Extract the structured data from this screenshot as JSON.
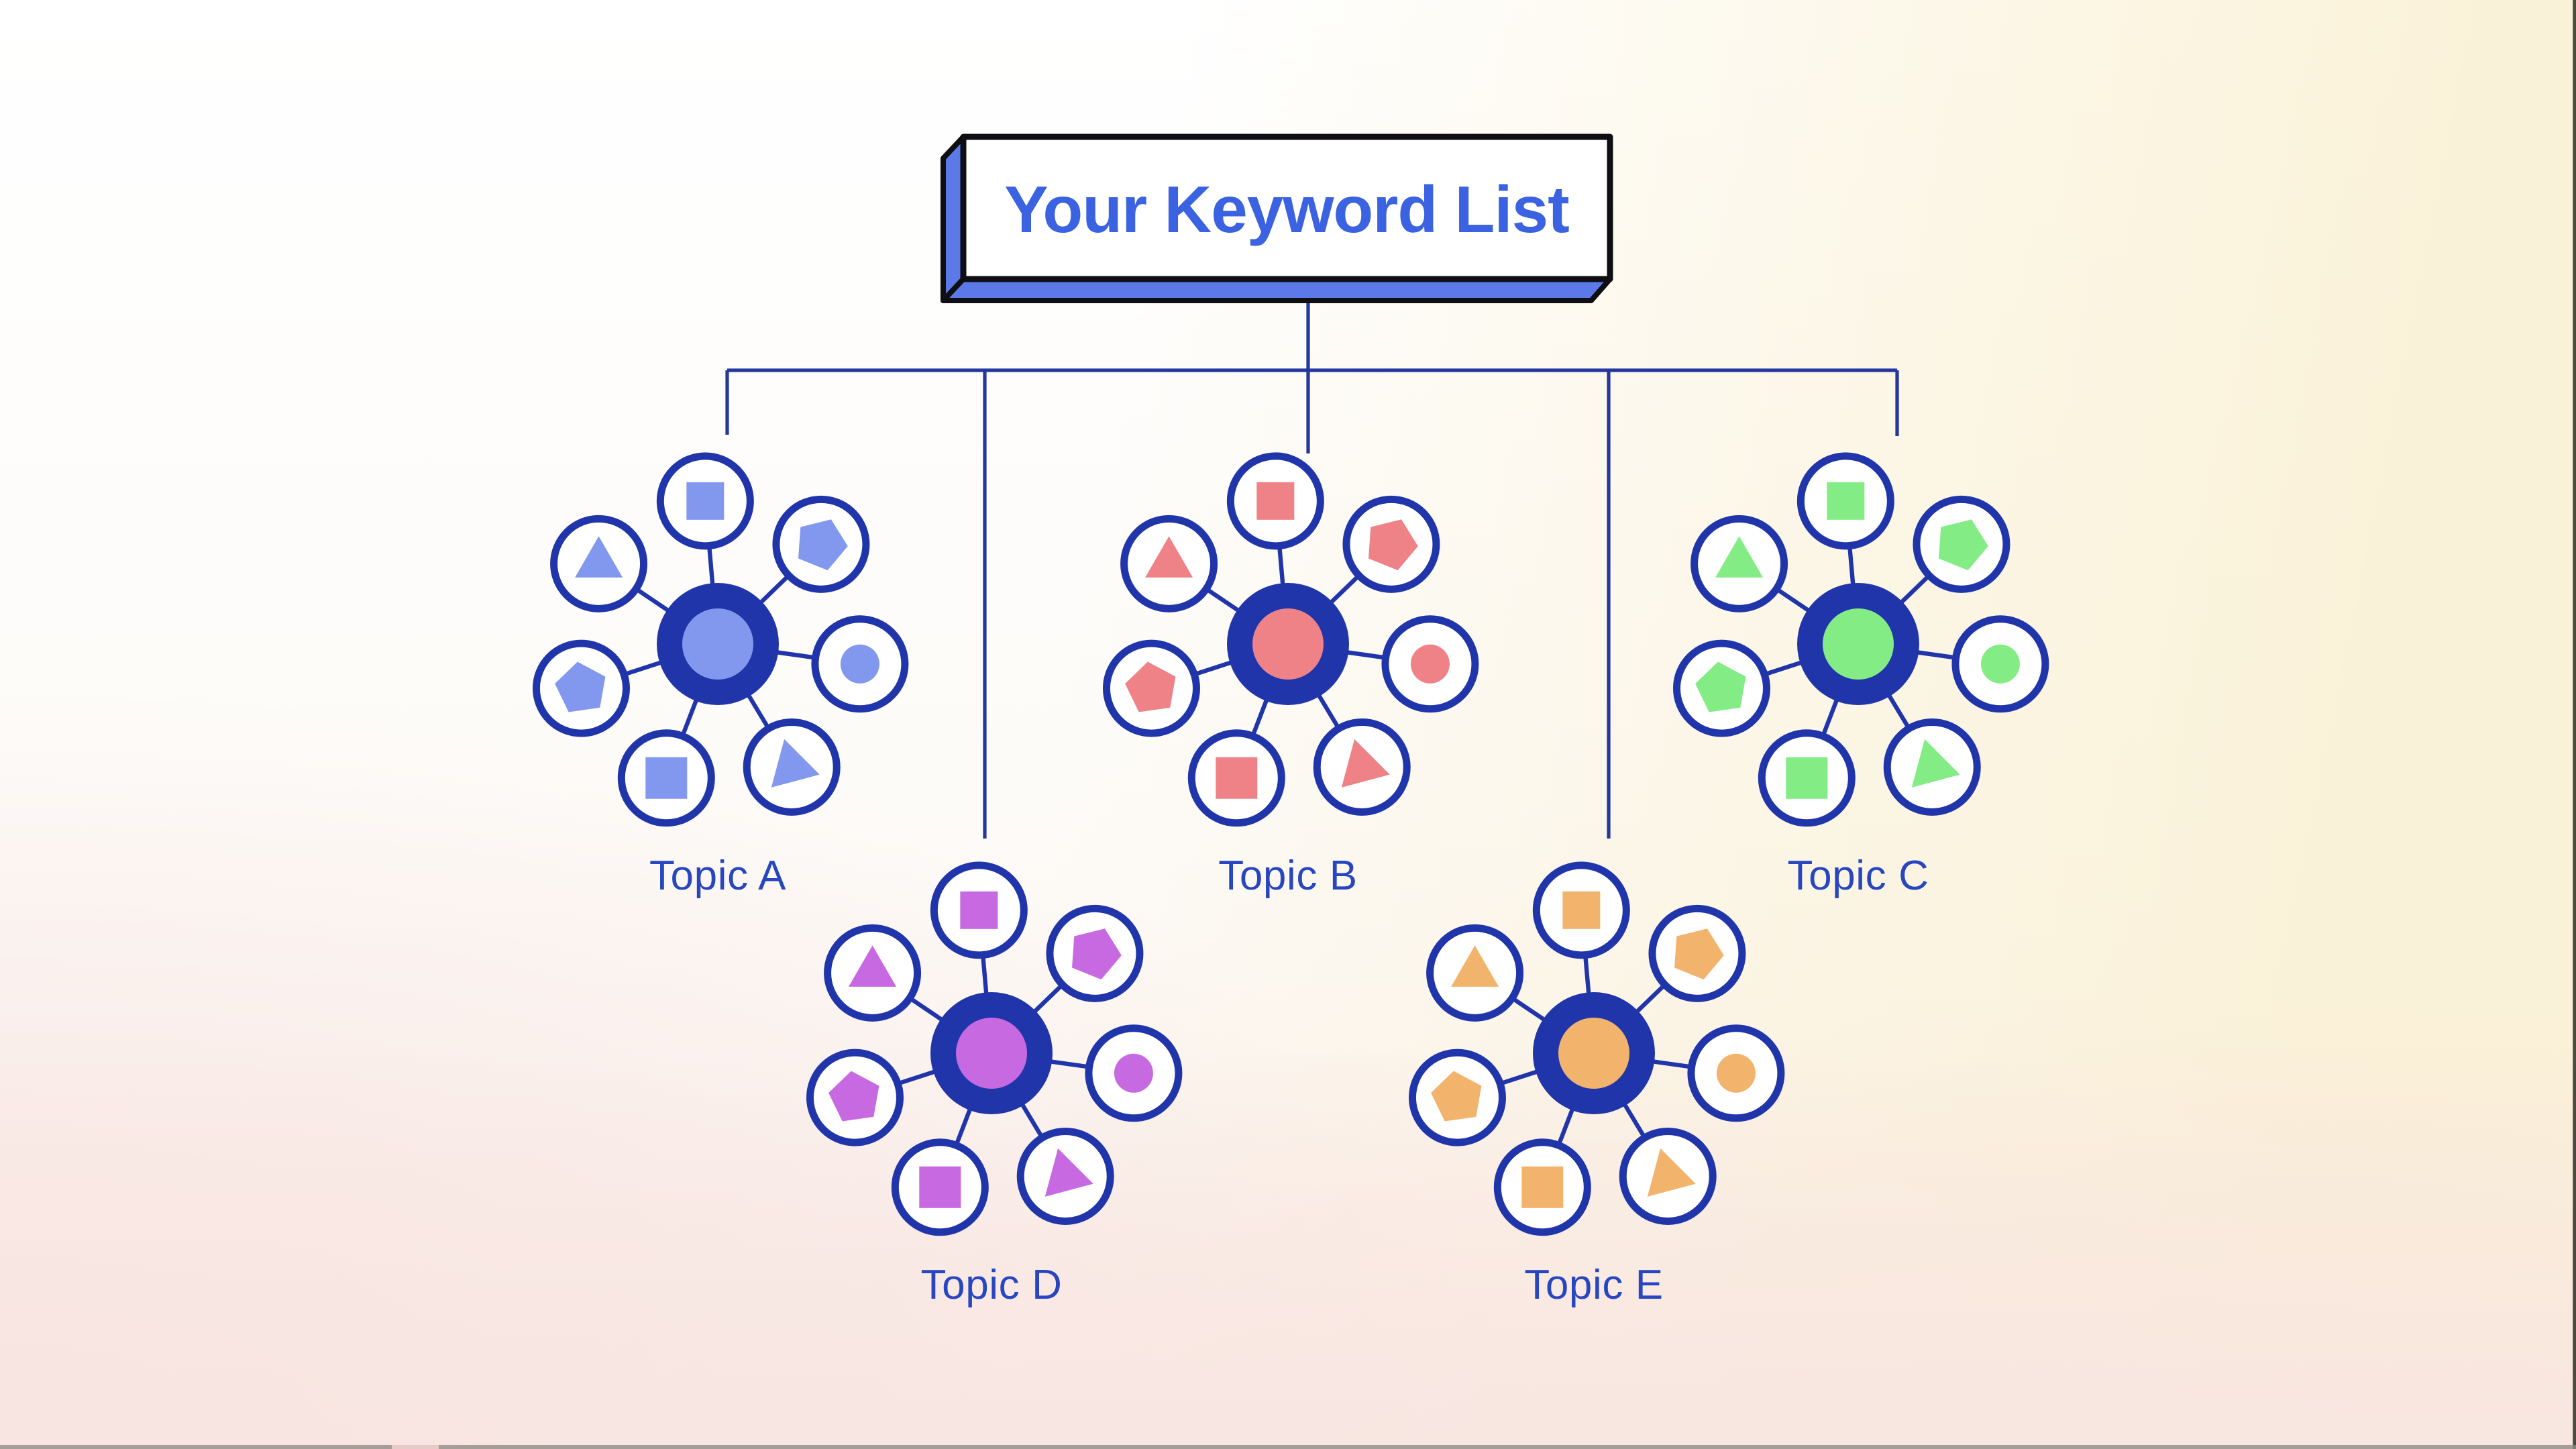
{
  "title": {
    "text": "Your Keyword List"
  },
  "topics": [
    {
      "id": "a",
      "label": "Topic A",
      "shape_color": "#8298ee"
    },
    {
      "id": "b",
      "label": "Topic B",
      "shape_color": "#ef8287"
    },
    {
      "id": "c",
      "label": "Topic C",
      "shape_color": "#83ec85"
    },
    {
      "id": "d",
      "label": "Topic D",
      "shape_color": "#c76ae2"
    },
    {
      "id": "e",
      "label": "Topic E",
      "shape_color": "#f2b46c"
    }
  ],
  "cluster_template": {
    "description": "hub ring with 7 keyword satellites",
    "satellites": [
      {
        "angle_deg": 8,
        "shape": "circle",
        "size": 14.5,
        "rotation_deg": 0
      },
      {
        "angle_deg": 59,
        "shape": "triangle",
        "size": 21.5,
        "rotation_deg": -15
      },
      {
        "angle_deg": 111,
        "shape": "square",
        "size": 31,
        "rotation_deg": 0
      },
      {
        "angle_deg": 162,
        "shape": "pentagon",
        "size": 20,
        "rotation_deg": -8
      },
      {
        "angle_deg": 214,
        "shape": "triangle",
        "size": 20.5,
        "rotation_deg": 0
      },
      {
        "angle_deg": 265,
        "shape": "square",
        "size": 28,
        "rotation_deg": 0
      },
      {
        "angle_deg": 316,
        "shape": "pentagon",
        "size": 20,
        "rotation_deg": 22
      }
    ]
  },
  "colors": {
    "navy": "#2135ab",
    "connector": "#24379f",
    "satellite_fill": "#ffffff",
    "title_text": "#3a62e1",
    "label_text": "#2746c0",
    "box_face": "#ffffff",
    "box_border": "#0e0e13",
    "box_side": "#5b79e8",
    "background_white": "#ffffff",
    "background_cream": "#faf1d6",
    "background_pink": "#f7e2de"
  }
}
